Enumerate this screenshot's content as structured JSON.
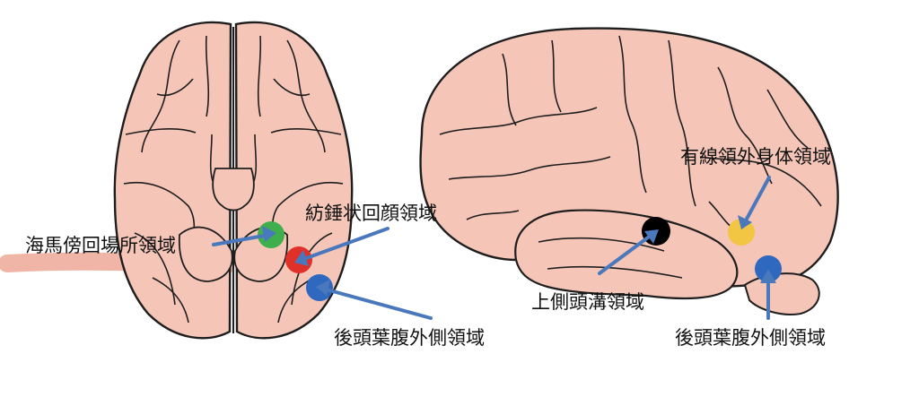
{
  "labels": {
    "parahippocampal_place_area": "海馬傍回場所領域",
    "fusiform_face_area": "紡錘状回顔領域",
    "lateral_occipital_left": "後頭葉腹外側領域",
    "superior_temporal_sulcus": "上側頭溝領域",
    "extrastriate_body_area": "有線領外身体領域",
    "lateral_occipital_right": "後頭葉腹外側領域"
  },
  "colors": {
    "brain_fill": "#f5c6b8",
    "outline": "#1e1e1e",
    "arrow": "#4a78bc",
    "highlight": "#e4785f",
    "green": "#3fae4c",
    "red": "#e0302a",
    "blue": "#2f68bf",
    "black": "#000000",
    "yellow": "#f2c542"
  }
}
